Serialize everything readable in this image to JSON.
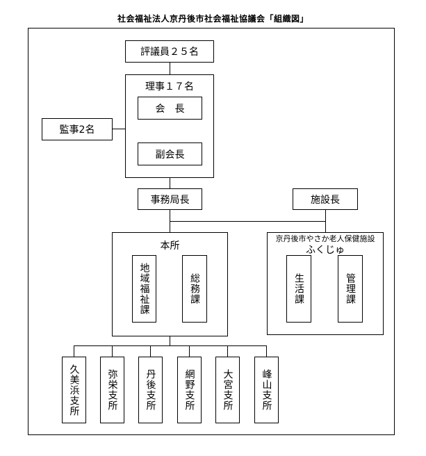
{
  "title": "社会福祉法人京丹後市社会福祉協議会「組織図」",
  "councilors": "評議員２５名",
  "board": "理事１７名",
  "president": "会　長",
  "vice_president": "副会長",
  "auditors": "監事2名",
  "secretary_general": "事務局長",
  "facility_director": "施設長",
  "head_office": {
    "label": "本所",
    "departments": [
      "地域福祉課",
      "総務課"
    ]
  },
  "facility": {
    "name_line1": "京丹後市やさか老人保健施設",
    "name_line2": "ふくじゅ",
    "departments": [
      "生活課",
      "管理課"
    ]
  },
  "branches": [
    "久美浜支所",
    "弥栄支所",
    "丹後支所",
    "網野支所",
    "大宮支所",
    "峰山支所"
  ]
}
